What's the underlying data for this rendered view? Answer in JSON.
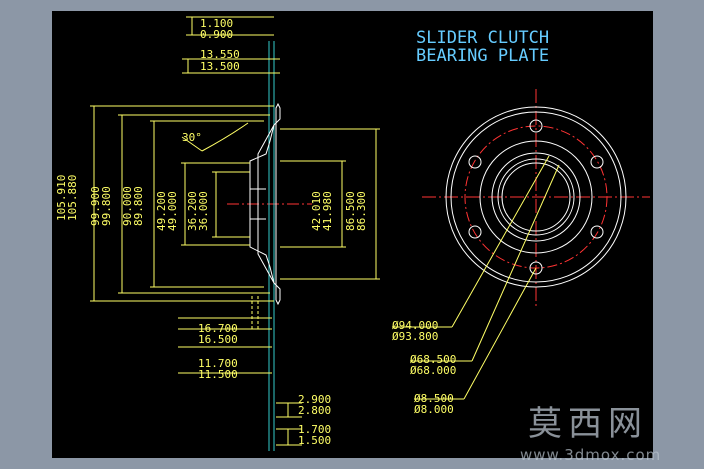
{
  "title": {
    "line1": "SLIDER CLUTCH",
    "line2": "BEARING PLATE"
  },
  "colors": {
    "background": "#000000",
    "outline": "#ffffff",
    "dimension": "#ffff66",
    "centerline": "#ff3333",
    "title": "#66ccff",
    "frame": "#8c97a6"
  },
  "dims": {
    "top_offset": {
      "upper": "1.100",
      "lower": "0.900"
    },
    "top_width": {
      "upper": "13.550",
      "lower": "13.500"
    },
    "outer_dia": {
      "upper": "105.910",
      "lower": "105.880"
    },
    "dia_99": {
      "upper": "99.900",
      "lower": "99.800"
    },
    "dia_90": {
      "upper": "90.000",
      "lower": "89.800"
    },
    "dia_49": {
      "upper": "49.200",
      "lower": "49.000"
    },
    "dia_36": {
      "upper": "36.200",
      "lower": "36.000"
    },
    "dia_42": {
      "upper": "42.010",
      "lower": "41.980"
    },
    "dia_86": {
      "upper": "86.500",
      "lower": "86.300"
    },
    "angle": "30°",
    "len_16": {
      "upper": "16.700",
      "lower": "16.500"
    },
    "len_11": {
      "upper": "11.700",
      "lower": "11.500"
    },
    "len_2": {
      "upper": "2.900",
      "lower": "2.800"
    },
    "len_1": {
      "upper": "1.700",
      "lower": "1.500"
    },
    "bolt_circle": {
      "upper": "Ø94.000",
      "lower": "Ø93.800"
    },
    "center_dia": {
      "upper": "Ø68.500",
      "lower": "Ø68.000"
    },
    "hole_dia": {
      "upper": "Ø8.500",
      "lower": "Ø8.000"
    }
  },
  "watermark": {
    "logo": "莫西网",
    "url": "www.3dmox.com"
  }
}
